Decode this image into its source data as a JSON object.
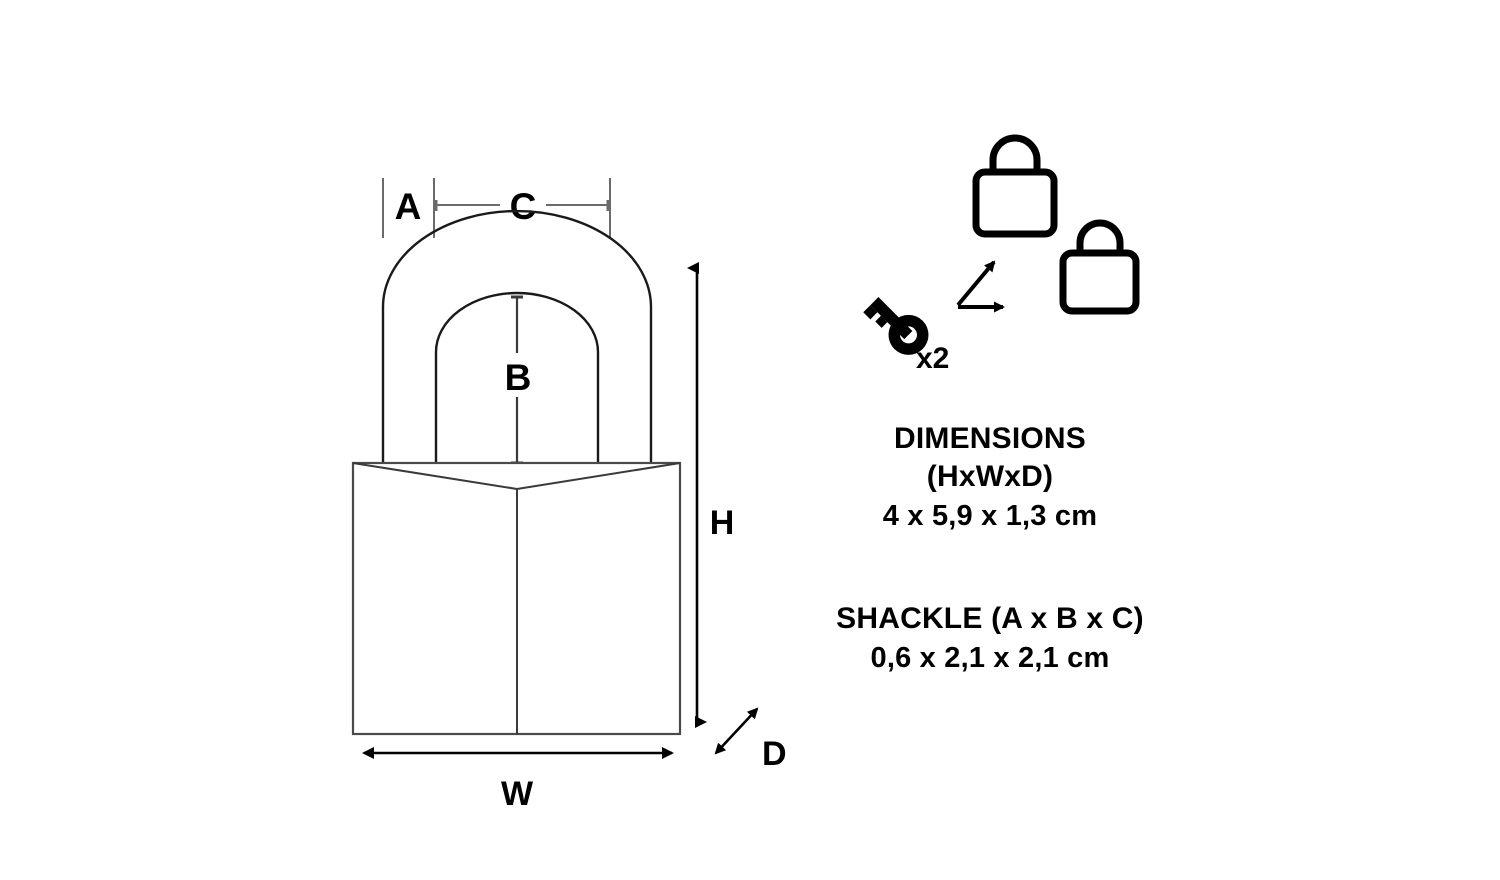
{
  "diagram": {
    "title": "Padlock dimension diagram",
    "background_color": "#ffffff",
    "line_color": "#000000",
    "dimension_line_color": "#6b6b6b"
  },
  "product_drawing": {
    "name": "padlock-technical-drawing",
    "parts": {
      "shackle": "shackle-outline",
      "body": "padlock-body",
      "body_center_seam": "body-center-line",
      "body_chamfer": "body-top-chamfer"
    }
  },
  "dimension_labels": {
    "a": "A",
    "b": "B",
    "c": "C",
    "h": "H",
    "w": "W",
    "d": "D"
  },
  "keyed_alike_symbol": {
    "key_count_label": "x2",
    "key_icon": "key-icon",
    "lock_icons": [
      "padlock-icon-1",
      "padlock-icon-2"
    ],
    "arrow_icons": [
      "arrow-to-lock-1",
      "arrow-to-lock-2"
    ]
  },
  "specs": {
    "dimensions_heading_line1": "DIMENSIONS",
    "dimensions_heading_line2": "(HxWxD)",
    "dimensions_value": "4 x 5,9 x 1,3 cm",
    "shackle_heading": "SHACKLE (A x B x C)",
    "shackle_value": "0,6 x 2,1 x 2,1 cm"
  },
  "chart_data": {
    "type": "table",
    "title": "Padlock dimensions",
    "categories": [
      "H",
      "W",
      "D",
      "A",
      "B",
      "C"
    ],
    "values": [
      4,
      5.9,
      1.3,
      0.6,
      2.1,
      2.1
    ],
    "unit": "cm",
    "notes": "H x W x D = 4 x 5,9 x 1,3 cm; Shackle A x B x C = 0,6 x 2,1 x 2,1 cm"
  }
}
